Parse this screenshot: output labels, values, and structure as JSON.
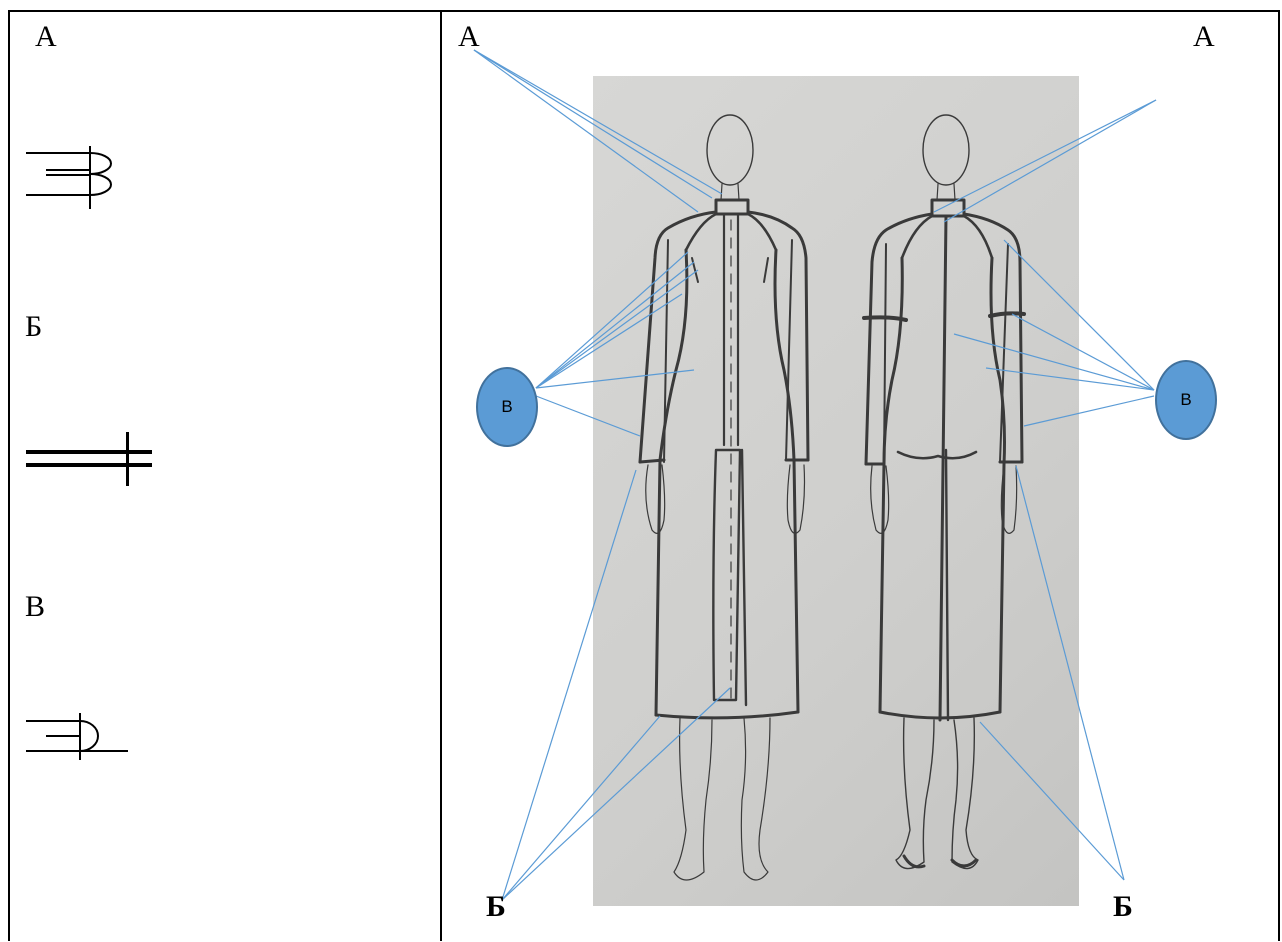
{
  "legend": {
    "label_a": "А",
    "label_b": "Б",
    "label_v": "В",
    "icons": [
      "double-stitch-seam-symbol",
      "double-line-seam-symbol",
      "edge-stitch-seam-symbol"
    ]
  },
  "sketch": {
    "label_a_front": "А",
    "label_a_back": "А",
    "label_b_front": "Б",
    "label_b_back": "Б",
    "circle_front": "В",
    "circle_back": "В",
    "leader_color": "#5b9bd5",
    "circle_fill": "#5b9bd5"
  }
}
